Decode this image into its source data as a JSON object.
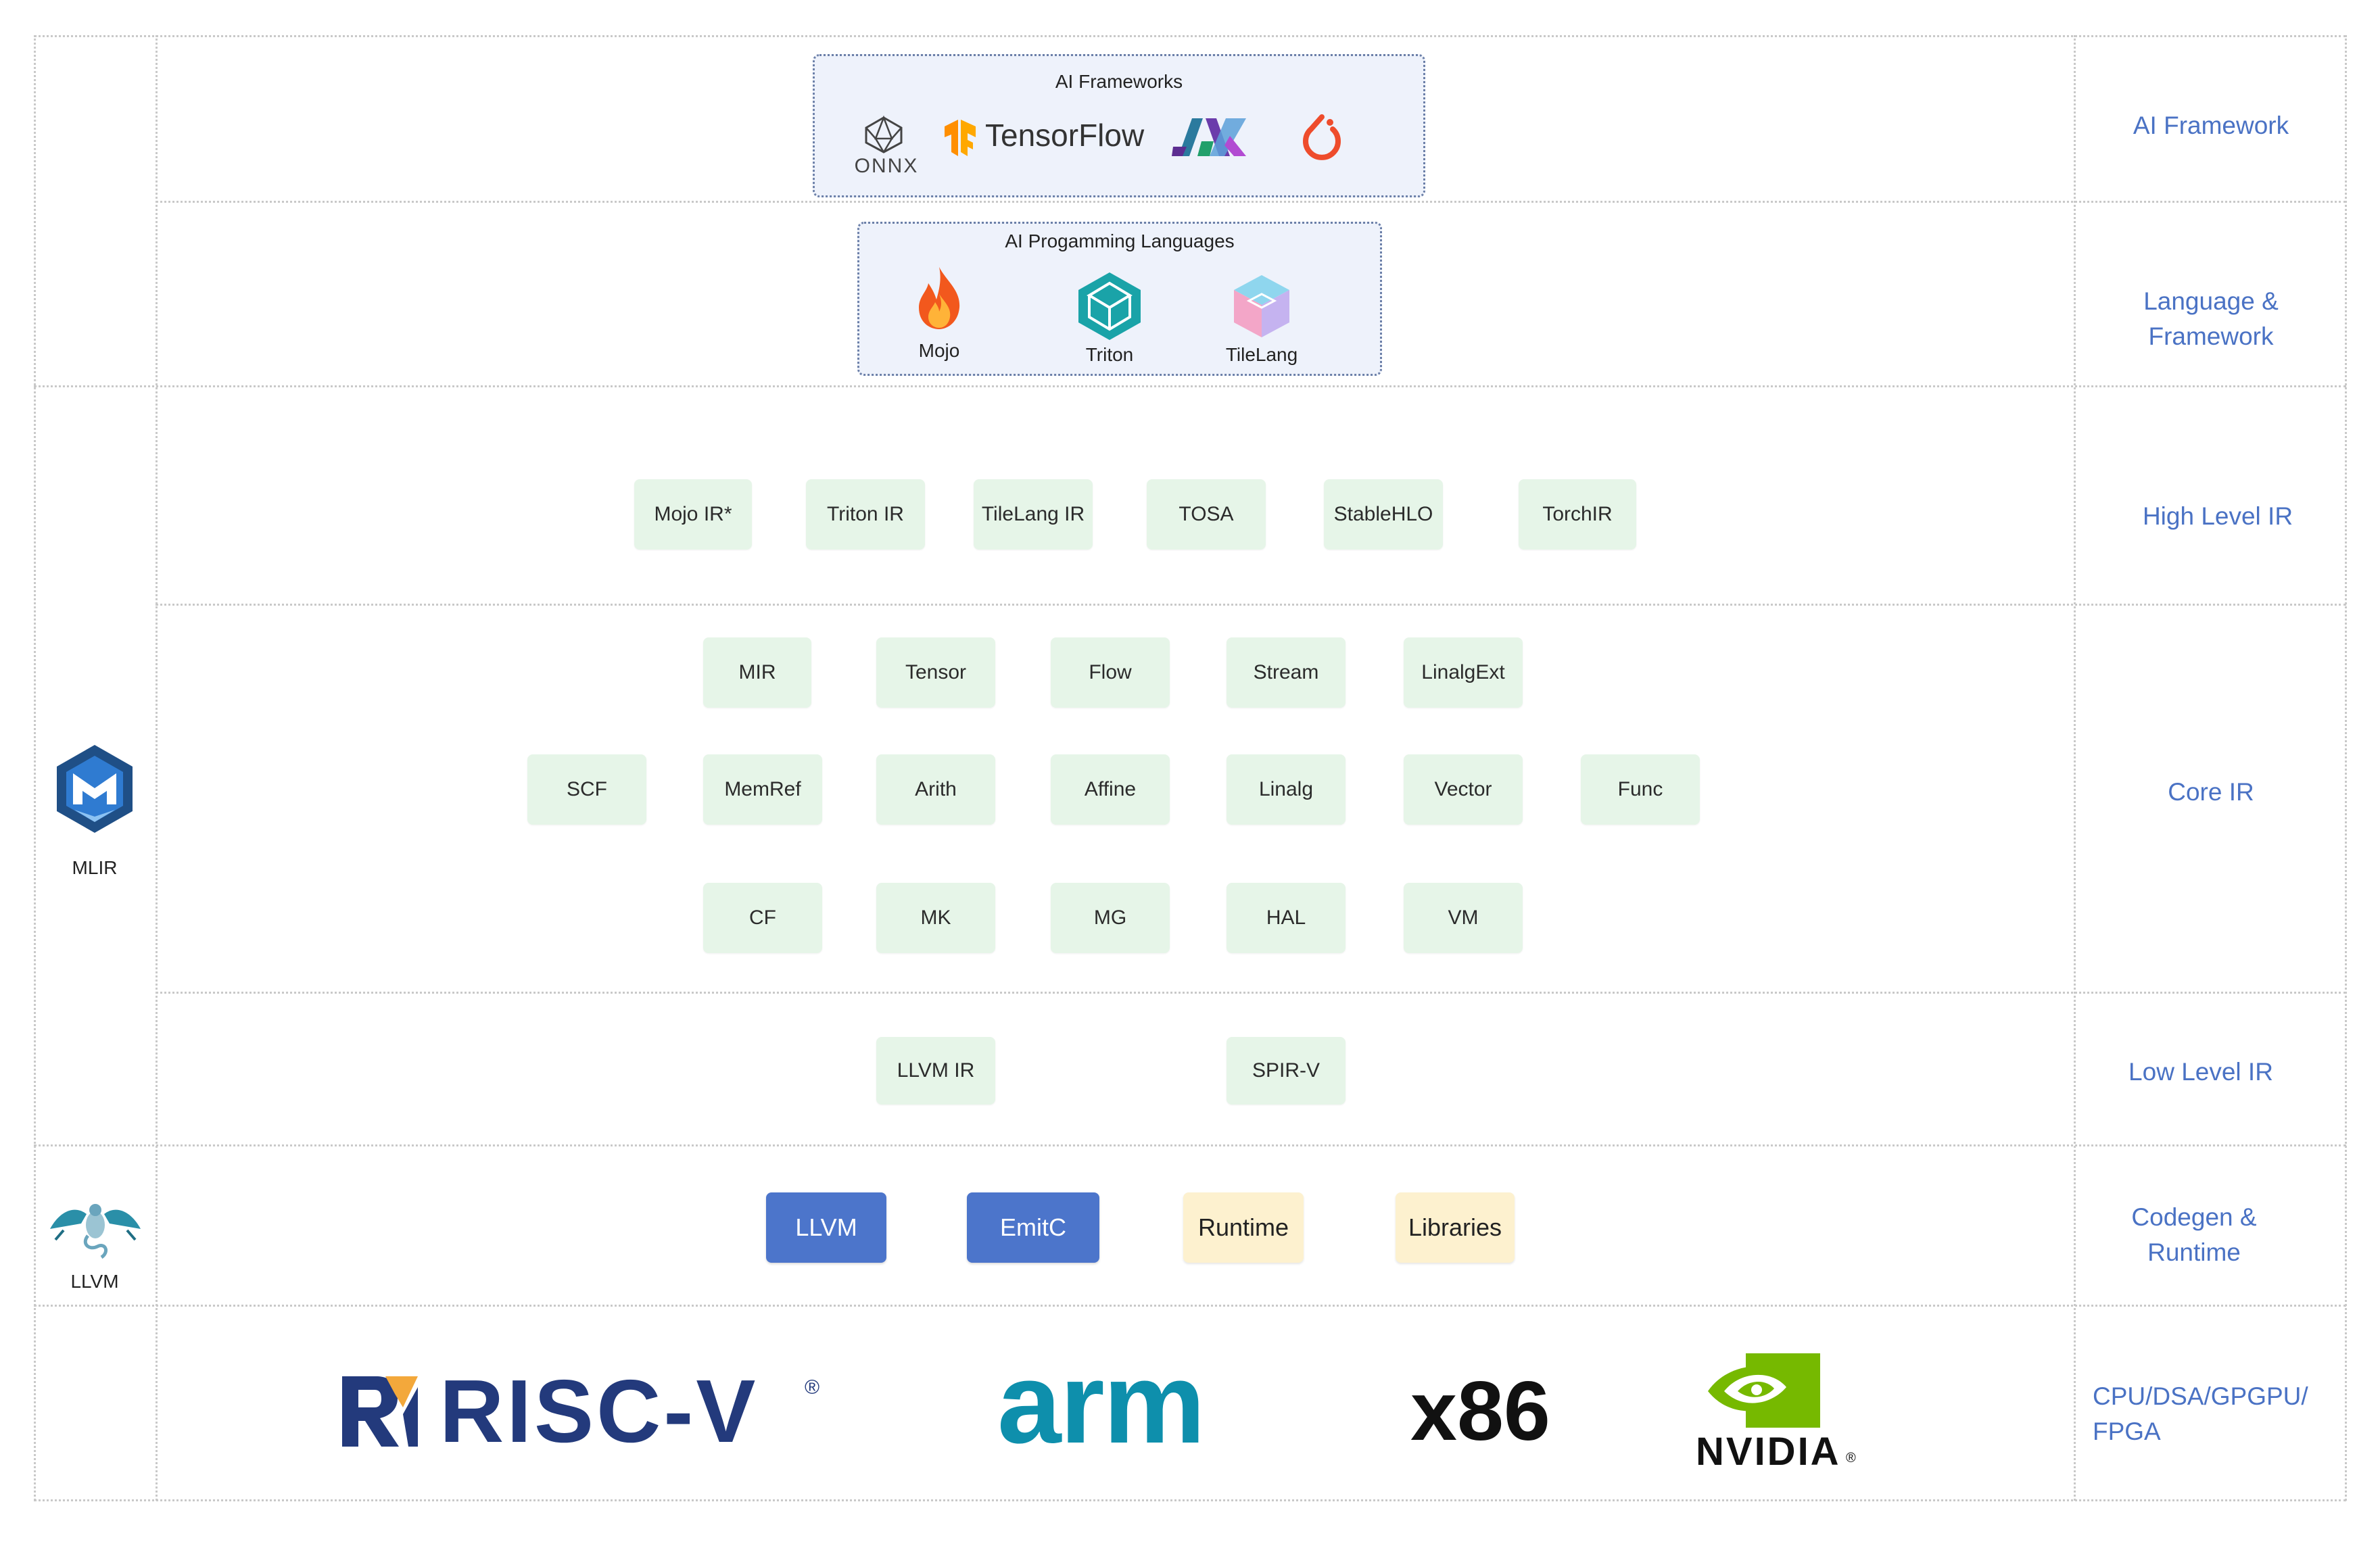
{
  "tiers": {
    "ai_framework": "AI Framework",
    "language_framework": "Language &\nFramework",
    "high_level_ir": "High Level IR",
    "core_ir": "Core IR",
    "low_level_ir": "Low Level IR",
    "codegen_runtime": "Codegen &\nRuntime",
    "hardware": "CPU/DSA/GPGPU/\nFPGA"
  },
  "sidebar": {
    "mlir_label": "MLIR",
    "llvm_label": "LLVM"
  },
  "ai_frameworks": {
    "title": "AI Frameworks",
    "onnx": "ONNX",
    "tensorflow": "TensorFlow"
  },
  "ai_languages": {
    "title": "AI Progamming Languages",
    "items": [
      "Mojo",
      "Triton",
      "TileLang"
    ]
  },
  "high_level_ir": [
    "Mojo IR*",
    "Triton IR",
    "TileLang IR",
    "TOSA",
    "StableHLO",
    "TorchIR"
  ],
  "core_ir": {
    "row1": [
      "MIR",
      "Tensor",
      "Flow",
      "Stream",
      "LinalgExt"
    ],
    "row2": [
      "SCF",
      "MemRef",
      "Arith",
      "Affine",
      "Linalg",
      "Vector",
      "Func"
    ],
    "row3": [
      "CF",
      "MK",
      "MG",
      "HAL",
      "VM"
    ]
  },
  "low_level_ir": [
    "LLVM IR",
    "SPIR-V"
  ],
  "codegen": [
    "LLVM",
    "EmitC",
    "Runtime",
    "Libraries"
  ],
  "hardware": {
    "riscv": "RISC-V",
    "riscv_reg": "®",
    "arm": "arm",
    "x86": "x86",
    "nvidia": "NVIDIA",
    "nvidia_reg": "®"
  },
  "colors": {
    "tier_label": "#4a72c4",
    "box_green": "#e6f5e8",
    "box_blue": "#4c75cb",
    "box_yellow": "#fdf1cf",
    "riscv_blue": "#233a7c",
    "riscv_gold": "#f3a83b",
    "arm_teal": "#0e8fac",
    "nvidia_green": "#76b900",
    "tensorflow_orange": "#ff8f00",
    "pytorch_red": "#ee4c2c"
  },
  "icons": {
    "onnx": "onnx-logo-icon",
    "tensorflow": "tensorflow-logo-icon",
    "jax": "jax-logo-icon",
    "pytorch": "pytorch-logo-icon",
    "mojo": "fire-icon",
    "triton": "triton-cube-icon",
    "tilelang": "tilelang-cube-icon",
    "mlir": "mlir-logo-icon",
    "llvm": "llvm-dragon-icon",
    "nvidia": "nvidia-eye-icon"
  }
}
